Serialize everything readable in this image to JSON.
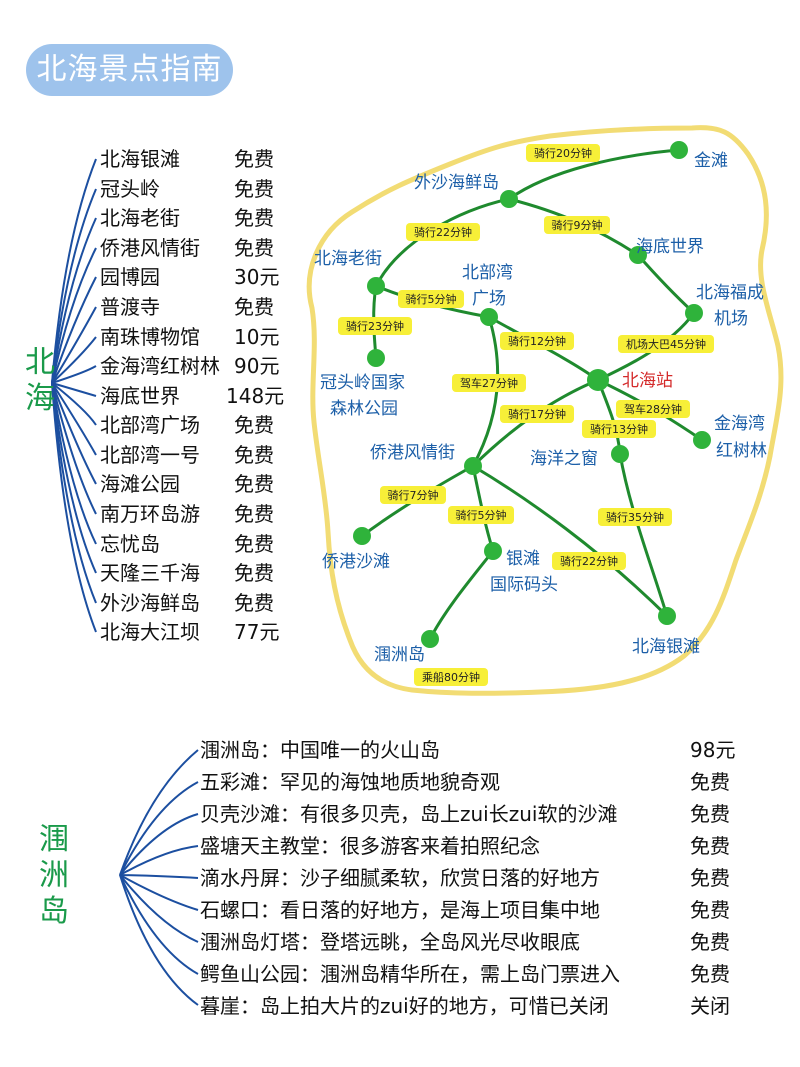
{
  "title": "北海景点指南",
  "beihai": {
    "label": "北海",
    "items": [
      {
        "name": "北海银滩",
        "price": "免费"
      },
      {
        "name": "冠头岭",
        "price": "免费"
      },
      {
        "name": "北海老街",
        "price": "免费"
      },
      {
        "name": "侨港风情街",
        "price": "免费"
      },
      {
        "name": "园博园",
        "price": "30元"
      },
      {
        "name": "普渡寺",
        "price": "免费"
      },
      {
        "name": "南珠博物馆",
        "price": "10元"
      },
      {
        "name": "金海湾红树林",
        "price": "90元"
      },
      {
        "name": "海底世界",
        "price": "148元"
      },
      {
        "name": "北部湾广场",
        "price": "免费"
      },
      {
        "name": "北部湾一号",
        "price": "免费"
      },
      {
        "name": "海滩公园",
        "price": "免费"
      },
      {
        "name": "南万环岛游",
        "price": "免费"
      },
      {
        "name": "忘忧岛",
        "price": "免费"
      },
      {
        "name": "天隆三千海",
        "price": "免费"
      },
      {
        "name": "外沙海鲜岛",
        "price": "免费"
      },
      {
        "name": "北海大江坝",
        "price": "77元"
      }
    ]
  },
  "weizhou": {
    "label": "涠洲岛",
    "items": [
      {
        "desc": "涠洲岛：中国唯一的火山岛",
        "price": "98元"
      },
      {
        "desc": "五彩滩：罕见的海蚀地质地貌奇观",
        "price": "免费"
      },
      {
        "desc": "贝壳沙滩：有很多贝壳，岛上zui长zui软的沙滩",
        "price": "免费"
      },
      {
        "desc": "盛塘天主教堂：很多游客来着拍照纪念",
        "price": "免费"
      },
      {
        "desc": "滴水丹屏：沙子细腻柔软，欣赏日落的好地方",
        "price": "免费"
      },
      {
        "desc": "石螺口：看日落的好地方，是海上项目集中地",
        "price": "免费"
      },
      {
        "desc": "涠洲岛灯塔：登塔远眺，全岛风光尽收眼底",
        "price": "免费"
      },
      {
        "desc": "鳄鱼山公园：涠洲岛精华所在，需上岛门票进入",
        "price": "免费"
      },
      {
        "desc": "暮崖：岛上拍大片的zui好的地方，可惜已关闭",
        "price": "关闭"
      }
    ]
  },
  "map": {
    "places": {
      "jintan": "金滩",
      "waisha": "外沙海鲜岛",
      "haidi": "海底世界",
      "laojie": "北海老街",
      "bbw_1": "北部湾",
      "bbw_2": "广场",
      "fucheng_1": "北海福成",
      "fucheng_2": "机场",
      "guantou_1": "冠头岭国家",
      "guantou_2": "森林公园",
      "station": "北海站",
      "jhw_1": "金海湾",
      "jhw_2": "红树林",
      "qiaogang_st": "侨港风情街",
      "ocean": "海洋之窗",
      "qiaogang_beach": "侨港沙滩",
      "yintan_1": "银滩",
      "yintan_2": "国际码头",
      "weizhou": "涠洲岛",
      "yintan_south": "北海银滩"
    },
    "routes": {
      "r1": "骑行20分钟",
      "r2": "骑行9分钟",
      "r3": "骑行22分钟",
      "r4": "骑行5分钟",
      "r5": "骑行23分钟",
      "r6": "骑行12分钟",
      "r7": "机场大巴45分钟",
      "r8": "驾车27分钟",
      "r9": "骑行17分钟",
      "r10": "骑行13分钟",
      "r11": "驾车28分钟",
      "r12": "骑行7分钟",
      "r13": "骑行5分钟",
      "r14": "骑行35分钟",
      "r15": "骑行22分钟",
      "r16": "乘船80分钟"
    }
  },
  "colors": {
    "title_bg": "#9ec3ec",
    "tree_line": "#1c4fa0",
    "side_label": "#1a9a4a",
    "map_border": "#f2dc74",
    "route_line": "#1f8a2e",
    "node": "#2fb33b",
    "route_tag": "#f7ef38",
    "place_text": "#1c5fa8",
    "station_text": "#d42a2a"
  }
}
